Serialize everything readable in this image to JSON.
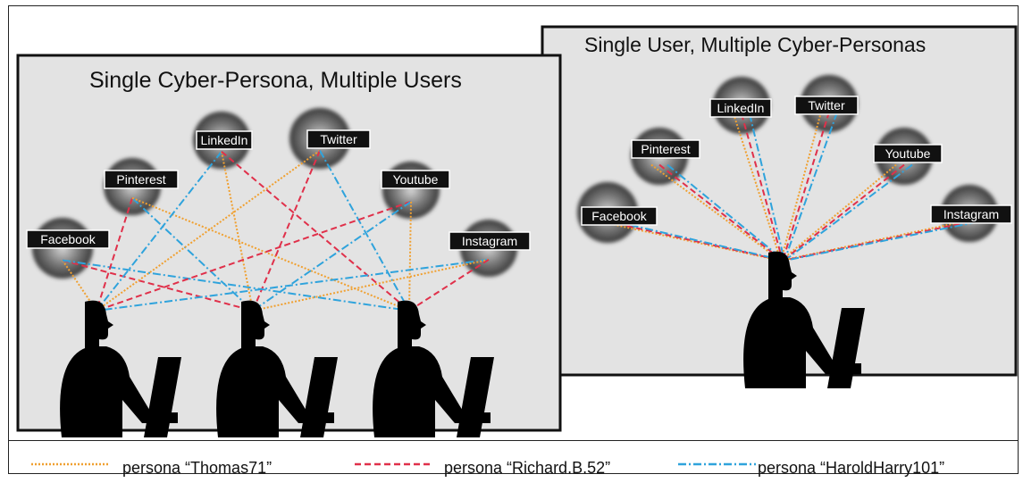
{
  "left_panel": {
    "title": "Single Cyber-Persona, Multiple Users",
    "platforms": [
      {
        "id": "facebook",
        "label": "Facebook"
      },
      {
        "id": "pinterest",
        "label": "Pinterest"
      },
      {
        "id": "linkedin",
        "label": "LinkedIn"
      },
      {
        "id": "twitter",
        "label": "Twitter"
      },
      {
        "id": "youtube",
        "label": "Youtube"
      },
      {
        "id": "instagram",
        "label": "Instagram"
      }
    ]
  },
  "right_panel": {
    "title": "Single User, Multiple Cyber-Personas",
    "platforms": [
      {
        "id": "facebook",
        "label": "Facebook"
      },
      {
        "id": "pinterest",
        "label": "Pinterest"
      },
      {
        "id": "linkedin",
        "label": "LinkedIn"
      },
      {
        "id": "twitter",
        "label": "Twitter"
      },
      {
        "id": "youtube",
        "label": "Youtube"
      },
      {
        "id": "instagram",
        "label": "Instagram"
      }
    ]
  },
  "legend": [
    {
      "style": "dotted",
      "color": "#f0a030",
      "label": "persona “Thomas71”"
    },
    {
      "style": "dashed",
      "color": "#e0304a",
      "label": "persona “Richard.B.52”"
    },
    {
      "style": "dash-dot",
      "color": "#2fa3dc",
      "label": "persona “HaroldHarry101”"
    }
  ],
  "colors": {
    "panel_bg": "#e3e3e3",
    "frame": "#222222",
    "silhouette": "#000000",
    "label_bg": "#111111",
    "label_text": "#ffffff"
  }
}
